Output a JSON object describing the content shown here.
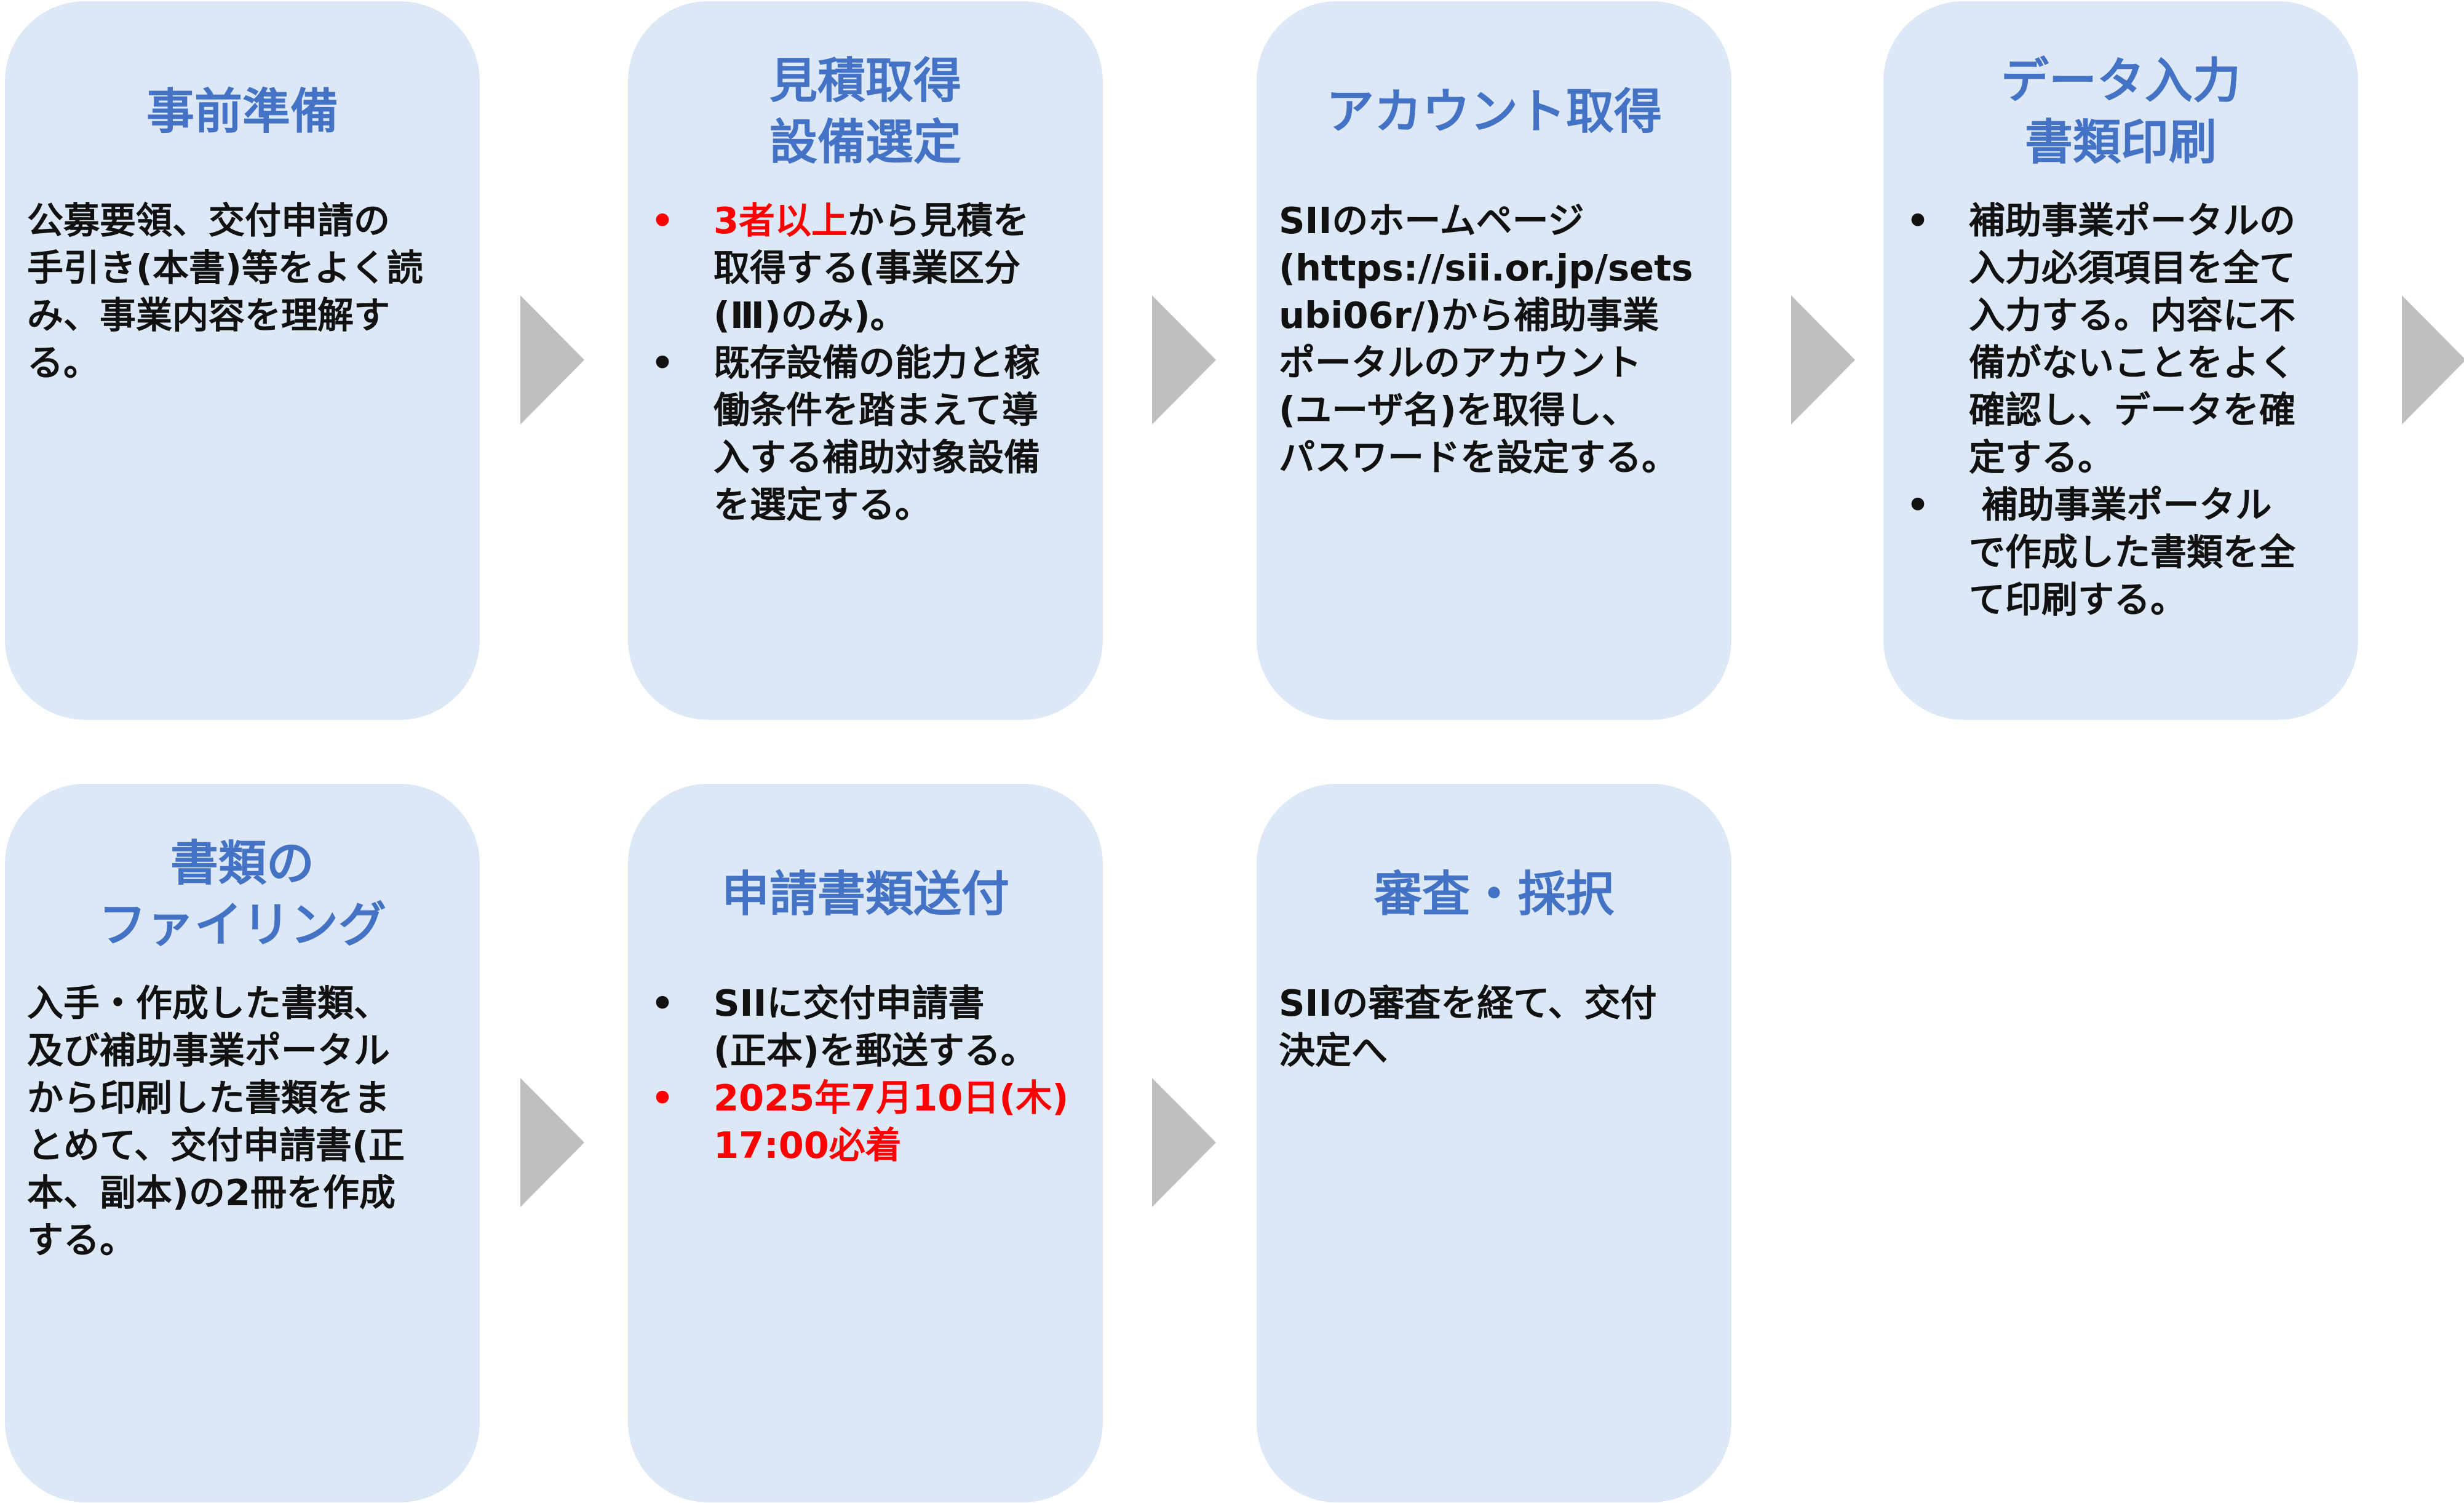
{
  "colors": {
    "card_bg": "#dce8f5",
    "title": "#4472c4",
    "text": "#111111",
    "highlight": "#ff0000",
    "arrow": "#bfbfbf"
  },
  "steps": [
    {
      "title": [
        "事前準備"
      ],
      "body": [
        "公募要領、交付申請の",
        "手引き(本書)等をよく読",
        "み、事業内容を理解す",
        "る。"
      ]
    },
    {
      "title": [
        "見積取得",
        "設備選定"
      ],
      "bullets": [
        {
          "highlight": "3者以上",
          "lines": [
            "から見積を",
            "取得する(事業区分",
            "(Ⅲ)のみ)。"
          ]
        },
        {
          "lines": [
            "既存設備の能力と稼",
            "働条件を踏まえて導",
            "入する補助対象設備",
            "を選定する。"
          ]
        }
      ]
    },
    {
      "title": [
        "アカウント取得"
      ],
      "body": [
        "SIIのホームページ",
        "(https://sii.or.jp/sets",
        "ubi06r/)から補助事業",
        "ポータルのアカウント",
        "(ユーザ名)を取得し、",
        "パスワードを設定する。"
      ]
    },
    {
      "title": [
        "データ入力",
        "書類印刷"
      ],
      "bullets": [
        {
          "lines": [
            "補助事業ポータルの",
            "入力必須項目を全て",
            "入力する。内容に不",
            "備がないことをよく",
            "確認し、データを確",
            "定する。"
          ]
        },
        {
          "lines": [
            " 補助事業ポータル",
            "で作成した書類を全",
            "て印刷する。"
          ]
        }
      ]
    },
    {
      "title": [
        "書類の",
        "ファイリング"
      ],
      "body": [
        "入手・作成した書類、",
        "及び補助事業ポータル",
        "から印刷した書類をま",
        "とめて、交付申請書(正",
        "本、副本)の2冊を作成",
        "する。"
      ]
    },
    {
      "title": [
        "申請書類送付"
      ],
      "bullets": [
        {
          "lines": [
            "SIIに交付申請書",
            "(正本)を郵送する。"
          ]
        },
        {
          "red": true,
          "lines": [
            "2025年7月10日(木)",
            "17:00必着"
          ]
        }
      ]
    },
    {
      "title": [
        "審査・採択"
      ],
      "body": [
        "SIIの審査を経て、交付",
        "決定へ"
      ]
    }
  ],
  "bullet_mark": "•"
}
